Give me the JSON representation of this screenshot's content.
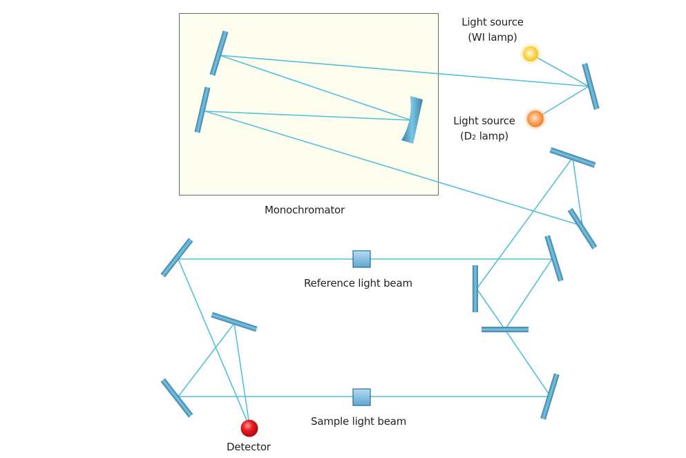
{
  "diagram": {
    "title": "Double-beam UV-Vis spectrophotometer optical layout",
    "labels": {
      "monochromator": "Monochromator",
      "wi_lamp_line1": "Light source",
      "wi_lamp_line2": "(WI lamp)",
      "d2_lamp_line1": "Light source",
      "d2_lamp_line2_prefix": "(D",
      "d2_lamp_line2_sub": "2",
      "d2_lamp_line2_suffix": " lamp)",
      "reference_beam": "Reference light beam",
      "sample_beam": "Sample light beam",
      "detector": "Detector"
    },
    "components": [
      {
        "id": "wi-lamp",
        "type": "light-source",
        "name": "WI lamp",
        "color": "#f8c83a"
      },
      {
        "id": "d2-lamp",
        "type": "light-source",
        "name": "D2 lamp",
        "color": "#f08a32"
      },
      {
        "id": "monochromator",
        "type": "enclosure",
        "name": "Monochromator",
        "color": "#fdfdf0"
      },
      {
        "id": "reference-cell",
        "type": "cuvette",
        "name": "Reference cell"
      },
      {
        "id": "sample-cell",
        "type": "cuvette",
        "name": "Sample cell"
      },
      {
        "id": "detector",
        "type": "detector",
        "name": "Detector",
        "color": "#e0141c"
      }
    ],
    "colors": {
      "beam": "#52c0d8",
      "mirror_dark": "#3f7fa6",
      "mirror_light": "#78c6e4",
      "box_border": "#6b6b5f",
      "box_fill": "#fdfdf0",
      "text": "#231f20"
    }
  }
}
